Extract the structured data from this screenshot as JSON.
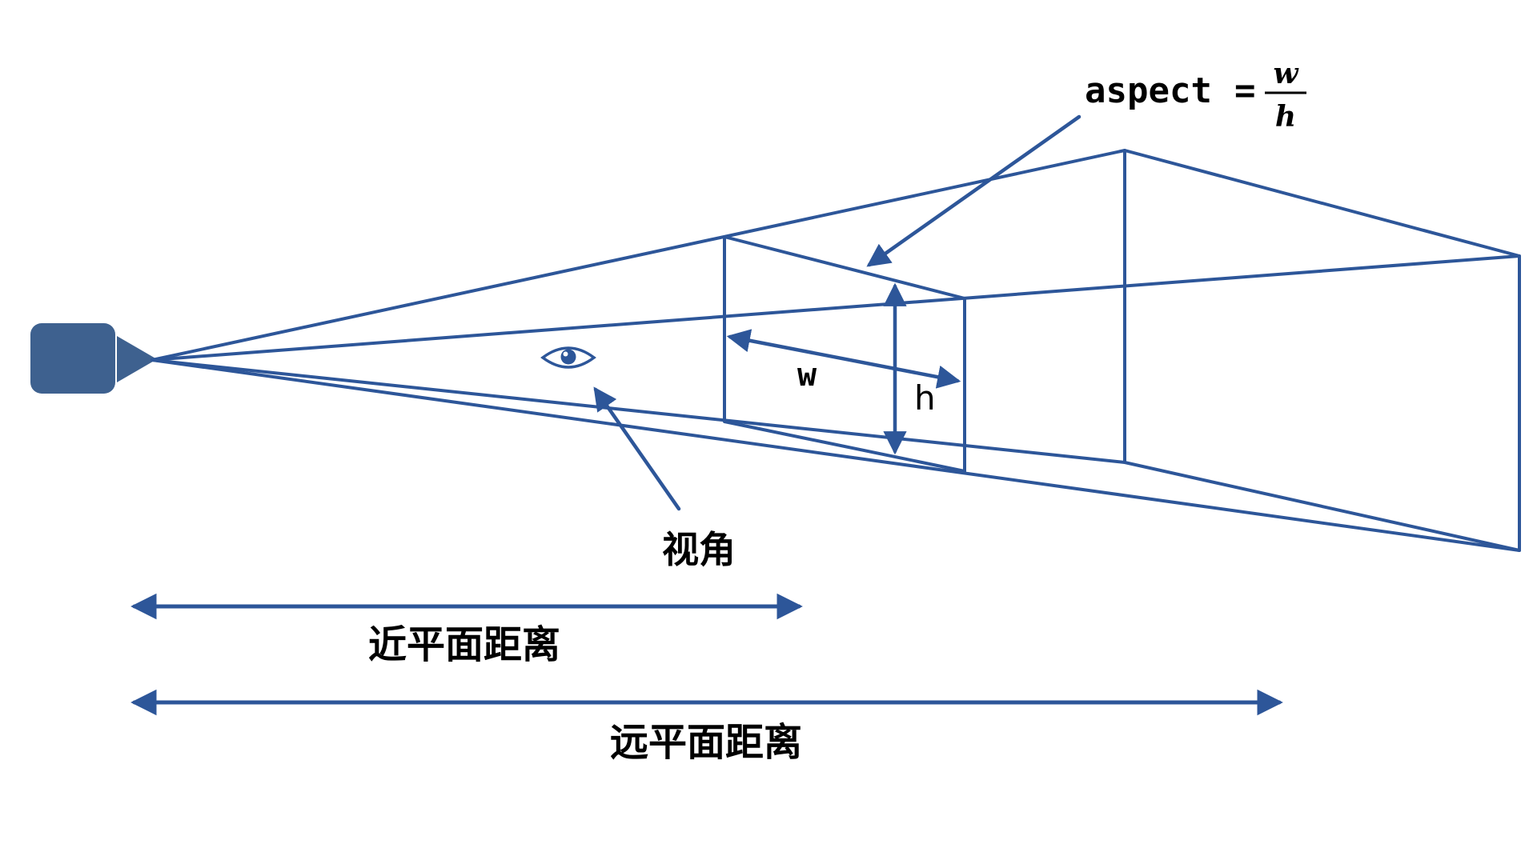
{
  "diagram": {
    "description": "camera-view-frustum-diagram",
    "labels": {
      "aspect_word": "aspect",
      "equals_sign": "=",
      "fraction_numerator": "w",
      "fraction_denominator": "h",
      "width_label": "w",
      "height_label": "h",
      "view_angle": "视角",
      "near_plane_distance": "近平面距离",
      "far_plane_distance": "远平面距离"
    },
    "icons": {
      "camera": "camera-icon",
      "eye": "eye-icon"
    },
    "colors": {
      "line": "#2d5699",
      "camera_fill": "#3e618f",
      "text": "#000000",
      "background": "#ffffff"
    }
  }
}
